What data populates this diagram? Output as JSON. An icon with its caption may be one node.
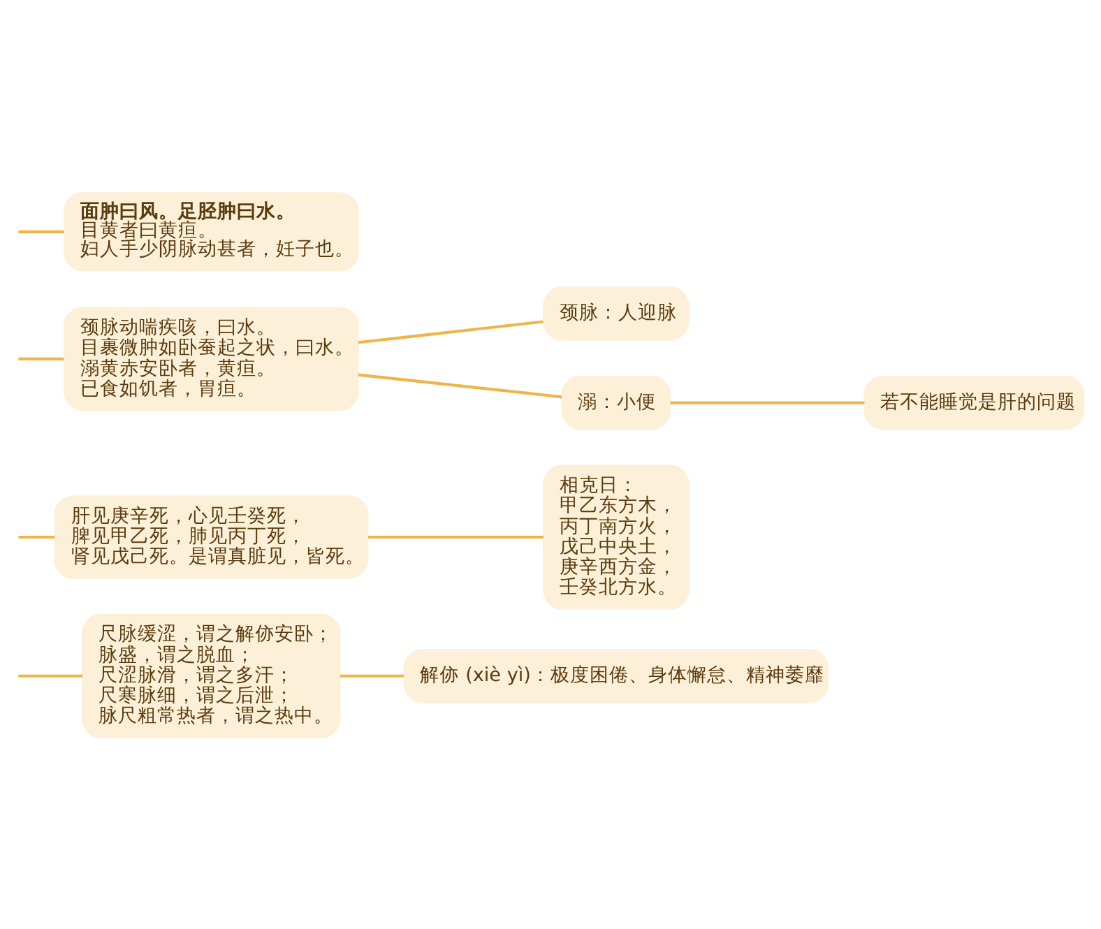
{
  "diagram": {
    "nodes": [
      {
        "text": [
          "尺脉缓涩，谓之解㑊安卧；",
          "脉盛，谓之脱血；",
          "尺涩脉滑，谓之多汗；",
          "尺寒脉细，谓之后泄；",
          "脉尺粗常热者，谓之热中。"
        ]
      },
      {
        "text": [
          "解㑊 (xiè yì)：极度困倦、身体懈怠、精神萎靡"
        ]
      },
      {
        "text": [
          "肝见庚辛死，心见壬癸死，",
          "脾见甲乙死，肺见丙丁死，",
          "肾见戊己死。是谓真脏见，皆死。"
        ]
      },
      {
        "text": [
          "相克日：",
          "甲乙东方木，",
          "丙丁南方火，",
          "戊己中央土，",
          "庚辛西方金，",
          "壬癸北方水。"
        ]
      },
      {
        "text": [
          "颈脉动喘疾咳，曰水。",
          "目裹微肿如卧蚕起之状，曰水。",
          "溺黄赤安卧者，黄疸。",
          "已食如饥者，胃疸。"
        ]
      },
      {
        "text": [
          "颈脉：人迎脉"
        ]
      },
      {
        "text": [
          "溺：小便"
        ]
      },
      {
        "text": [
          "若不能睡觉是肝的问题"
        ]
      },
      {
        "text": [
          "面肿曰风。足胫肿曰水。",
          "目黄者曰黄疸。",
          "妇人手少阴脉动甚者，妊子也。"
        ]
      }
    ],
    "edges": [
      {
        "from": null,
        "to": 0,
        "arrow": "none"
      },
      {
        "from": 0,
        "to": 1,
        "arrow": "none"
      },
      {
        "from": null,
        "to": 2,
        "arrow": "none"
      },
      {
        "from": 2,
        "to": 3,
        "arrow": "none"
      },
      {
        "from": null,
        "to": 4,
        "arrow": "none"
      },
      {
        "from": 4,
        "to": 5,
        "arrow": "none"
      },
      {
        "from": 4,
        "to": 6,
        "arrow": "none"
      },
      {
        "from": 6,
        "to": 7,
        "arrow": "none"
      },
      {
        "from": null,
        "to": 8,
        "arrow": "none"
      }
    ]
  }
}
